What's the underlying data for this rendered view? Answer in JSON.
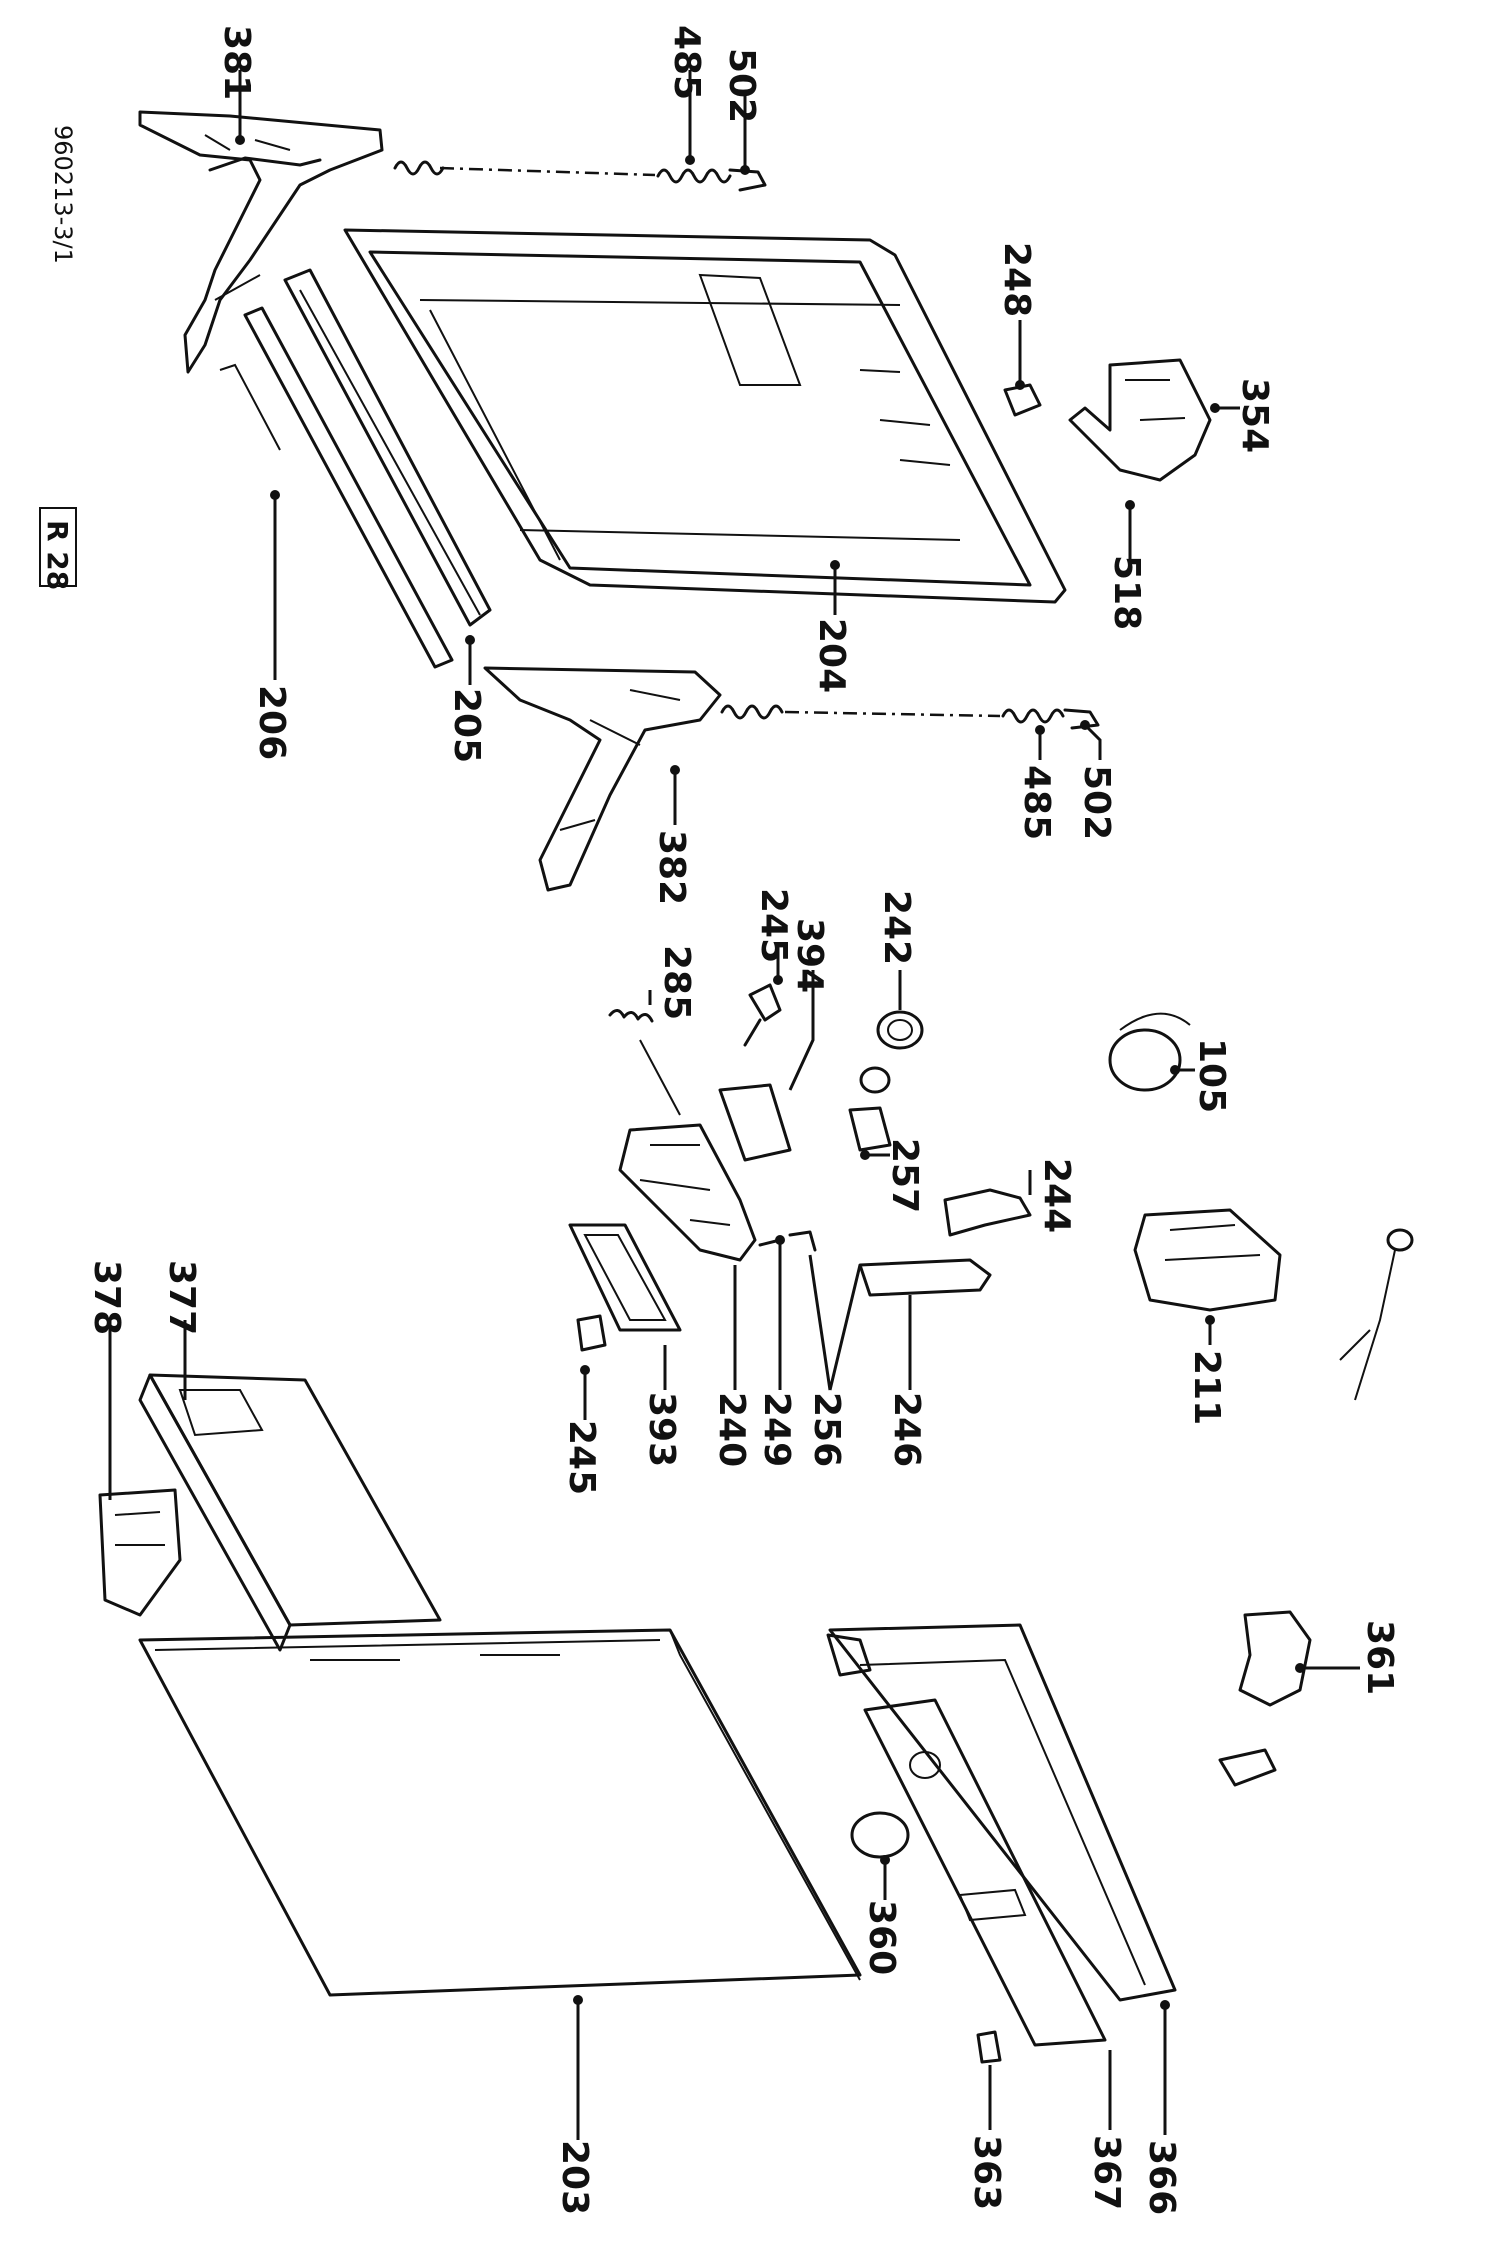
{
  "drawing_id": "960213-3/1",
  "page_code": "R 28",
  "parts": [
    {
      "id": "p381",
      "number": "381"
    },
    {
      "id": "p485a",
      "number": "485"
    },
    {
      "id": "p502a",
      "number": "502"
    },
    {
      "id": "p248",
      "number": "248"
    },
    {
      "id": "p354",
      "number": "354"
    },
    {
      "id": "p518",
      "number": "518"
    },
    {
      "id": "p204",
      "number": "204"
    },
    {
      "id": "p206",
      "number": "206"
    },
    {
      "id": "p205",
      "number": "205"
    },
    {
      "id": "p382",
      "number": "382"
    },
    {
      "id": "p485b",
      "number": "485"
    },
    {
      "id": "p502b",
      "number": "502"
    },
    {
      "id": "p285",
      "number": "285"
    },
    {
      "id": "p245a",
      "number": "245"
    },
    {
      "id": "p394",
      "number": "394"
    },
    {
      "id": "p242",
      "number": "242"
    },
    {
      "id": "p105",
      "number": "105"
    },
    {
      "id": "p257",
      "number": "257"
    },
    {
      "id": "p244",
      "number": "244"
    },
    {
      "id": "p378",
      "number": "378"
    },
    {
      "id": "p377",
      "number": "377"
    },
    {
      "id": "p245b",
      "number": "245"
    },
    {
      "id": "p393",
      "number": "393"
    },
    {
      "id": "p240",
      "number": "240"
    },
    {
      "id": "p249",
      "number": "249"
    },
    {
      "id": "p256",
      "number": "256"
    },
    {
      "id": "p246",
      "number": "246"
    },
    {
      "id": "p211",
      "number": "211"
    },
    {
      "id": "p361",
      "number": "361"
    },
    {
      "id": "p360",
      "number": "360"
    },
    {
      "id": "p203",
      "number": "203"
    },
    {
      "id": "p363",
      "number": "363"
    },
    {
      "id": "p367",
      "number": "367"
    },
    {
      "id": "p366",
      "number": "366"
    }
  ]
}
